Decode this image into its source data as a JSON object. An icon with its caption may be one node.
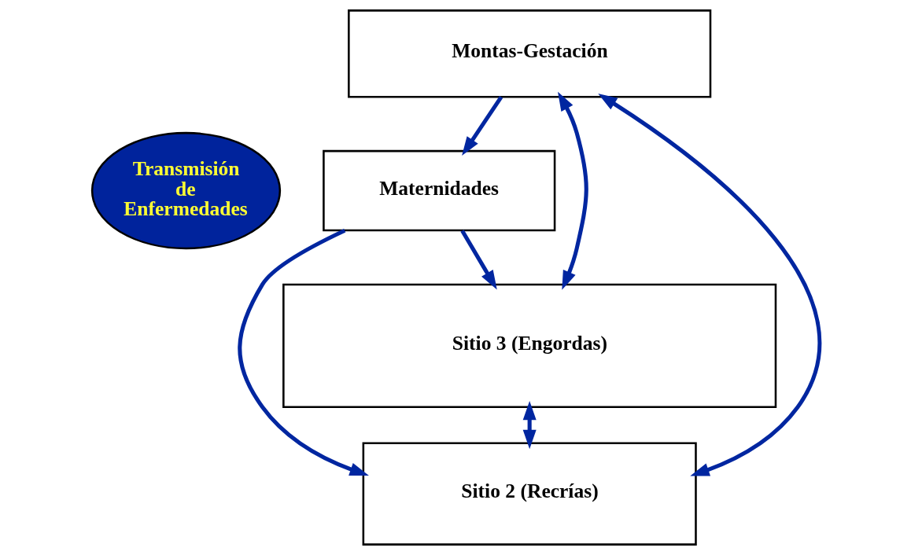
{
  "diagram": {
    "nodes": [
      {
        "text": [
          "Montas-Gestación"
        ]
      },
      {
        "text": [
          "Transmisión de Enfermedades"
        ]
      },
      {
        "text": [
          "Maternidades"
        ]
      },
      {
        "text": [
          "Sitio 2 (Recrías)"
        ]
      },
      {
        "text": [
          "Sitio 3 (Engordas)"
        ]
      }
    ],
    "edges": [
      {
        "from": 0,
        "to": 2,
        "arrow": "to"
      },
      {
        "from": 2,
        "to": 3,
        "arrow": "to"
      },
      {
        "from": 2,
        "to": 4,
        "arrow": "to"
      },
      {
        "from": 4,
        "to": 3,
        "arrow": "both"
      },
      {
        "from": 0,
        "to": 3,
        "arrow": "both"
      },
      {
        "from": 0,
        "to": 4,
        "arrow": "both"
      }
    ]
  }
}
